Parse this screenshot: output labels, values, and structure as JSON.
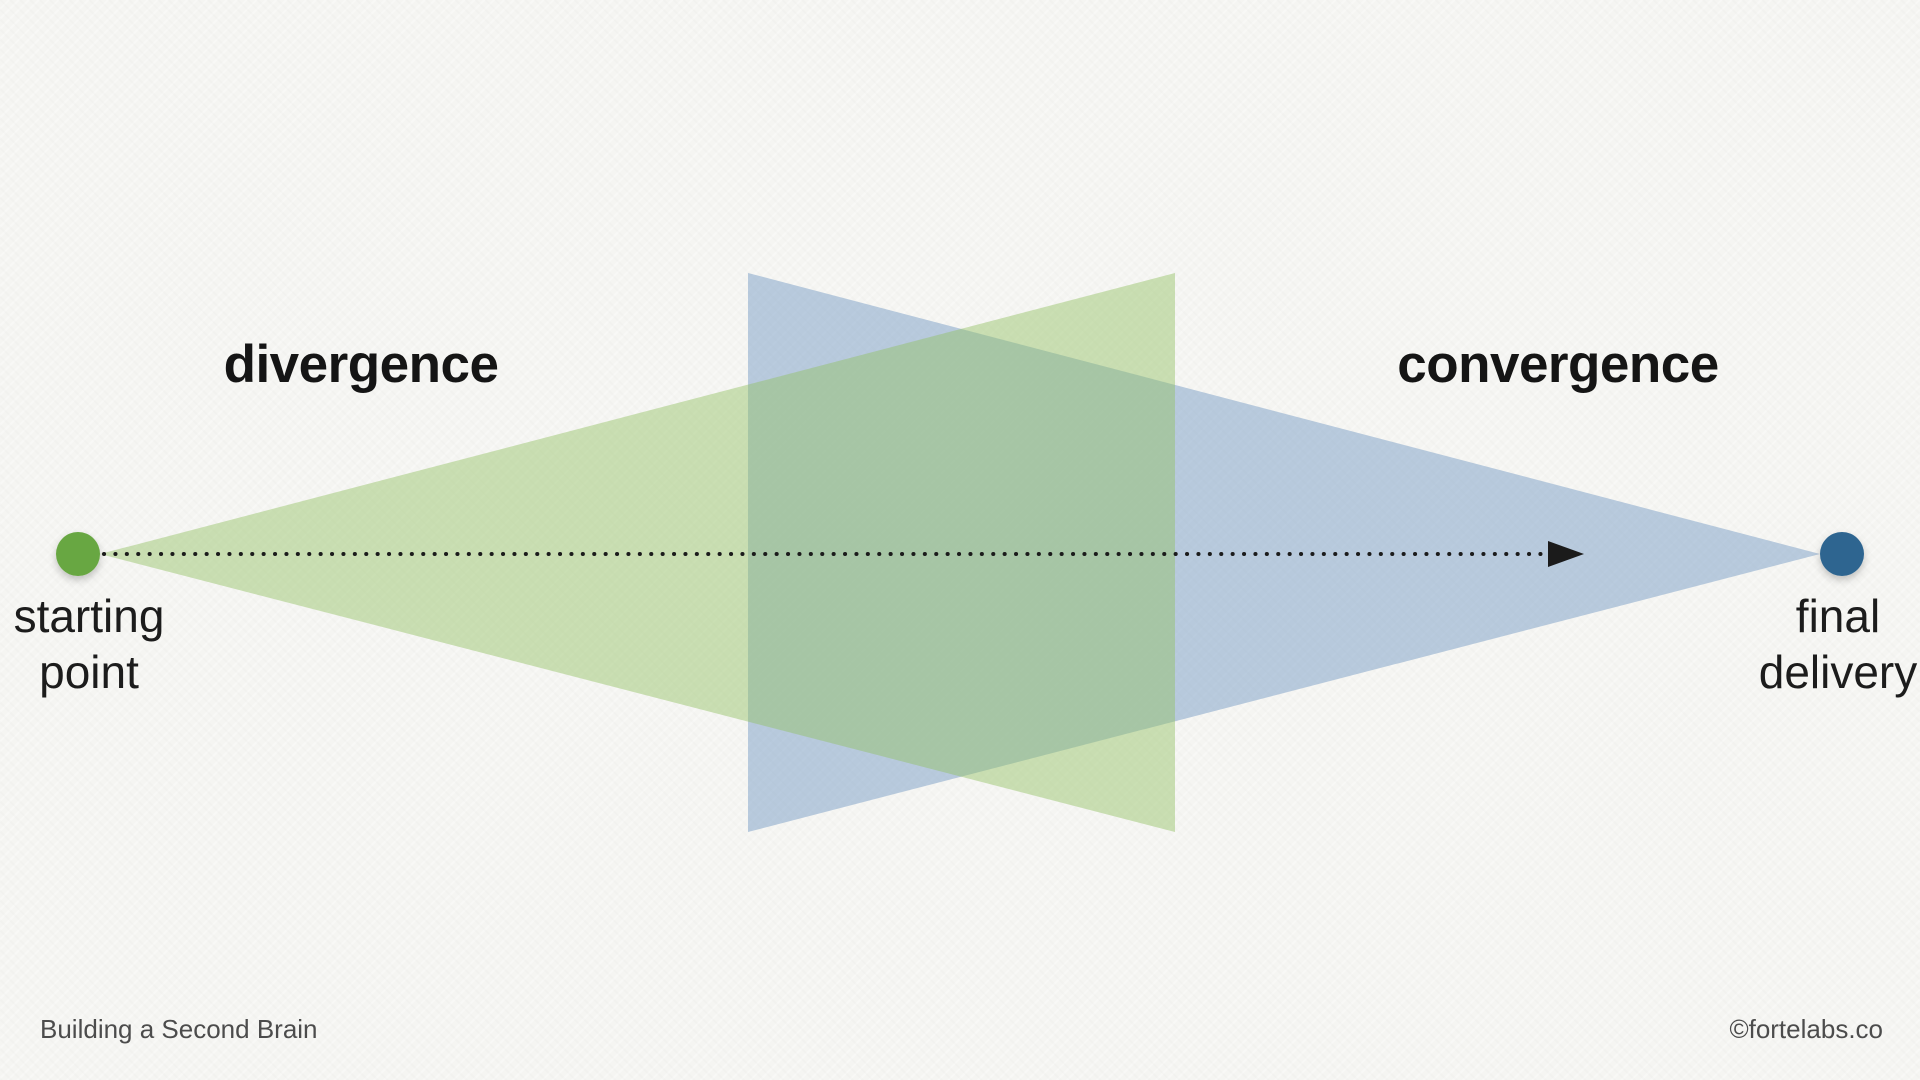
{
  "headings": {
    "divergence": "divergence",
    "convergence": "convergence"
  },
  "endpoints": {
    "start": {
      "line1": "starting",
      "line2": "point"
    },
    "end": {
      "line1": "final",
      "line2": "delivery"
    }
  },
  "footer": {
    "left": "Building a Second Brain",
    "right": "©fortelabs.co"
  },
  "icons": {
    "starting_point_dot": "green-circle",
    "final_delivery_dot": "blue-circle",
    "arrowhead": "right-arrowhead"
  },
  "colors": {
    "background": "#f5f5f2",
    "green_triangle": "#93c161",
    "blue_triangle": "#6d94c2",
    "green_dot": "#68a742",
    "blue_dot": "#2d6590",
    "arrow": "#1b1b1b",
    "heading_text": "#151515",
    "label_text": "#1c1c1c",
    "footer_text": "#4c4c4c"
  }
}
